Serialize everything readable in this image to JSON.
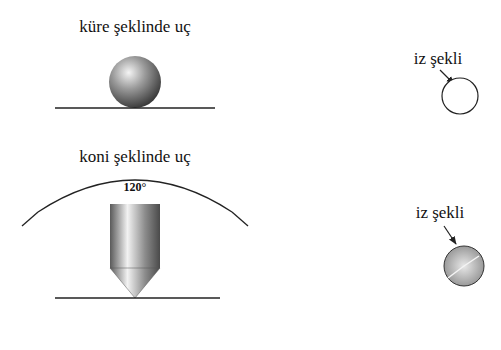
{
  "diagram": {
    "labels": [
      "küre şeklinde uç",
      "iz şekli",
      "koni şeklinde uç",
      "120°",
      "iz şekli"
    ]
  }
}
